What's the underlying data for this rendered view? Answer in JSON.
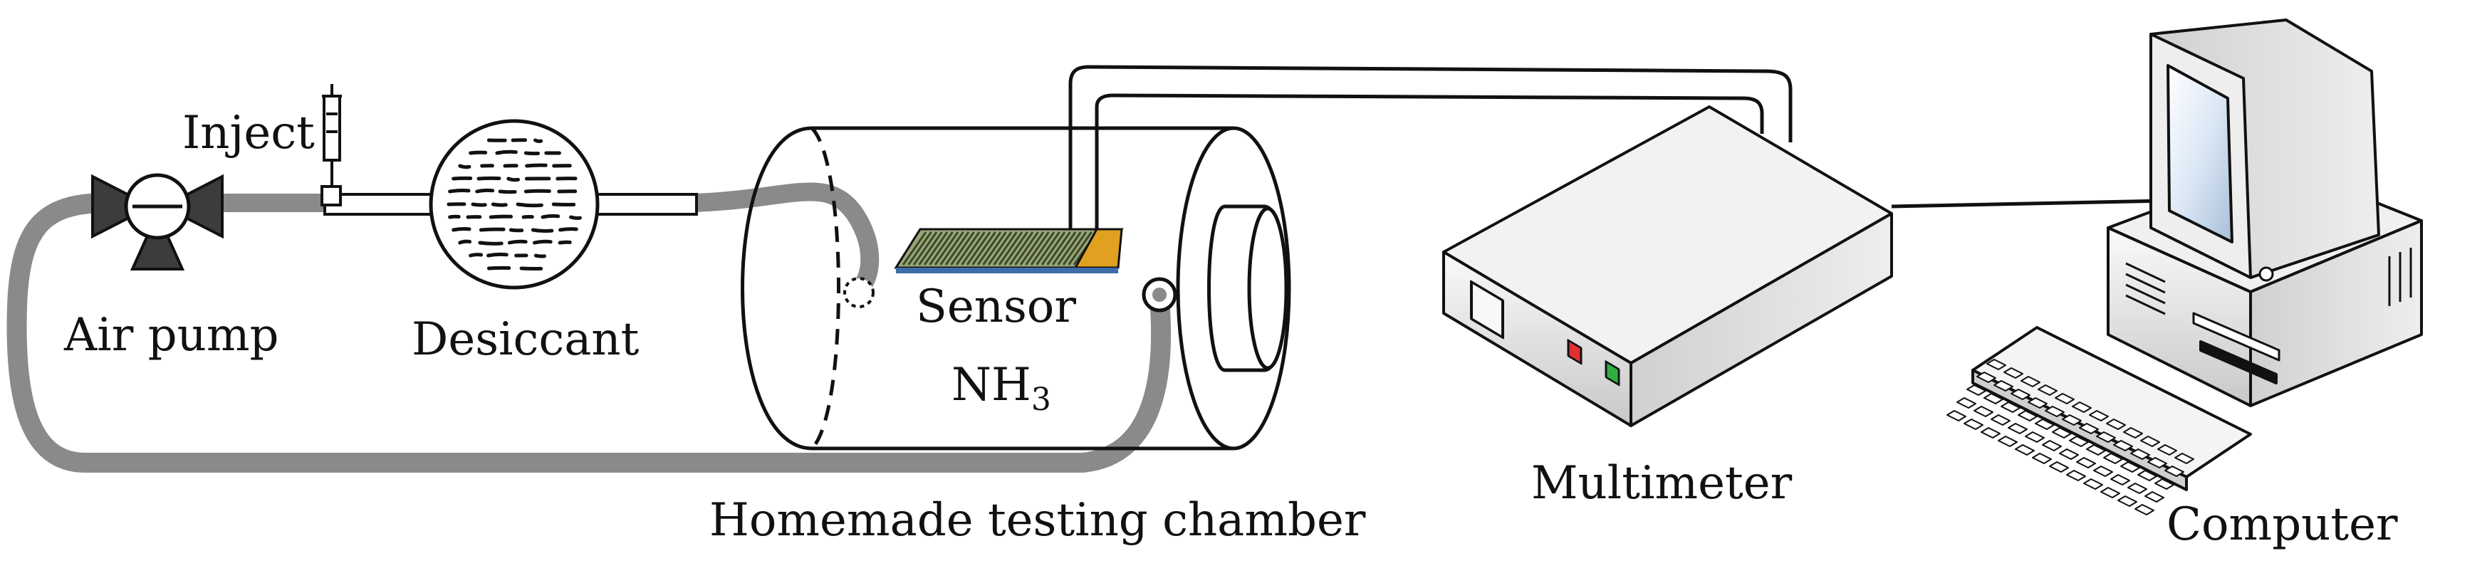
{
  "labels": {
    "inject": "Inject",
    "air_pump": "Air pump",
    "desiccant": "Desiccant",
    "sensor": "Sensor",
    "gas_base": "NH",
    "gas_subscript": "3",
    "chamber": "Homemade testing chamber",
    "multimeter": "Multimeter",
    "computer": "Computer"
  },
  "colors": {
    "tube": "#8a8a8a",
    "line": "#111111",
    "pump": "#3c3c3c",
    "device_body": "#e8e8e8",
    "sensor_film": "#5a7a3a",
    "sensor_electrode": "#e0a020",
    "led_red": "#e03030",
    "led_green": "#30b040",
    "screen": "#dfe9f5"
  }
}
